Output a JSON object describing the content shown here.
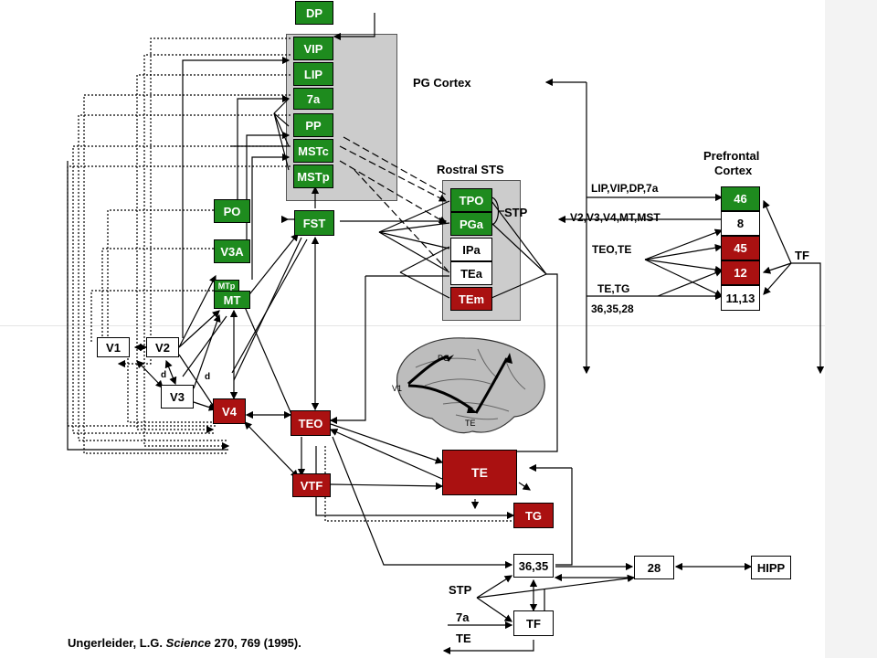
{
  "areas": {
    "dp": "DP",
    "vip": "VIP",
    "lip": "LIP",
    "a7": "7a",
    "pp": "PP",
    "mstc": "MSTc",
    "mstp": "MSTp",
    "po": "PO",
    "v3a": "V3A",
    "mtp": "MTp",
    "mt": "MT",
    "fst": "FST",
    "tpo": "TPO",
    "pga": "PGa",
    "ipa": "IPa",
    "tea": "TEa",
    "tem": "TEm",
    "v1": "V1",
    "v2": "V2",
    "v3": "V3",
    "v4": "V4",
    "teo": "TEO",
    "vtf": "VTF",
    "te": "TE",
    "tg": "TG",
    "a3635": "36,35",
    "a28": "28",
    "hipp": "HIPP",
    "tf": "TF",
    "pf46": "46",
    "pf8": "8",
    "pf45": "45",
    "pf12": "12",
    "pf1113": "11,13"
  },
  "labels": {
    "pg_cortex": "PG Cortex",
    "rostral_sts": "Rostral STS",
    "stp": "STP",
    "prefrontal_1": "Prefrontal",
    "prefrontal_2": "Cortex",
    "in_lip": "LIP,VIP,DP,7a",
    "in_v2": "V2,V3,V4,MT,MST",
    "in_teo": "TEO,TE",
    "in_teg": "TE,TG",
    "in_36": "36,35,28",
    "tf_right": "TF",
    "stp_bottom": "STP",
    "a7_bottom": "7a",
    "te_bottom": "TE",
    "d1": "d",
    "d2": "d"
  },
  "brain": {
    "pg": "PG",
    "v1": "V1",
    "te": "TE"
  },
  "citation": {
    "author": "Ungerleider, L.G.",
    "journal": "Science",
    "ref": "270, 769 (1995)."
  },
  "colors": {
    "green": "#1e8b1e",
    "red": "#aa1111",
    "region_gray": "#cccccc"
  }
}
